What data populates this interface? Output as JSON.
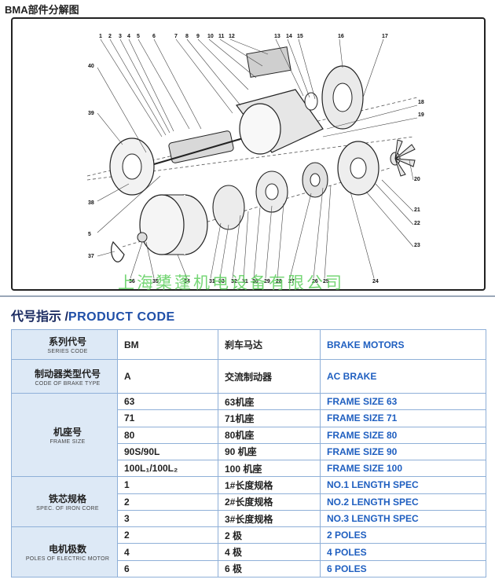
{
  "title": "BMA部件分解图",
  "diagram_labels_top": [
    "1",
    "2",
    "3",
    "4",
    "5",
    "6",
    "7",
    "8",
    "9",
    "10",
    "11",
    "12",
    "13",
    "14",
    "15",
    "16",
    "17"
  ],
  "diagram_labels_right": [
    "18",
    "19",
    "20",
    "21",
    "22",
    "23"
  ],
  "diagram_labels_left": [
    "40",
    "39",
    "38",
    "5",
    "37"
  ],
  "diagram_labels_bottom": [
    "36",
    "35",
    "34",
    "31",
    "33",
    "32",
    "31",
    "30",
    "29",
    "28",
    "27",
    "26",
    "25",
    "24"
  ],
  "watermark": "上海橥蓬机电设备有限公司",
  "product_code": {
    "zh": "代号指示 /",
    "en": "PRODUCT CODE"
  },
  "rows": [
    {
      "cat_zh": "系列代号",
      "cat_en": "SERIES CODE",
      "code": "BM",
      "zh": "刹车马达",
      "en": "BRAKE MOTORS"
    },
    {
      "cat_zh": "制动器类型代号",
      "cat_en": "CODE OF BRAKE TYPE",
      "code": "A",
      "zh": "交流制动器",
      "en": "AC BRAKE"
    },
    {
      "cat_zh": "机座号",
      "cat_en": "FRAME SIZE",
      "items": [
        {
          "code": "63",
          "zh": "63机座",
          "en": "FRAME SIZE 63"
        },
        {
          "code": "71",
          "zh": "71机座",
          "en": "FRAME SIZE 71"
        },
        {
          "code": "80",
          "zh": "80机座",
          "en": "FRAME SIZE 80"
        },
        {
          "code": "90S/90L",
          "zh": "90 机座",
          "en": "FRAME SIZE 90"
        },
        {
          "code": "100L₁/100L₂",
          "zh": "100 机座",
          "en": "FRAME SIZE 100"
        }
      ]
    },
    {
      "cat_zh": "铁芯规格",
      "cat_en": "SPEC. OF IRON CORE",
      "items": [
        {
          "code": "1",
          "zh": "1#长度规格",
          "en": "NO.1 LENGTH SPEC"
        },
        {
          "code": "2",
          "zh": "2#长度规格",
          "en": "NO.2 LENGTH SPEC"
        },
        {
          "code": "3",
          "zh": "3#长度规格",
          "en": "NO.3 LENGTH SPEC"
        }
      ]
    },
    {
      "cat_zh": "电机极数",
      "cat_en": "POLES OF ELECTRIC MOTOR",
      "items": [
        {
          "code": "2",
          "zh": "2 极",
          "en": "2 POLES"
        },
        {
          "code": "4",
          "zh": "4 极",
          "en": "4 POLES"
        },
        {
          "code": "6",
          "zh": "6 极",
          "en": "6 POLES"
        }
      ]
    }
  ]
}
